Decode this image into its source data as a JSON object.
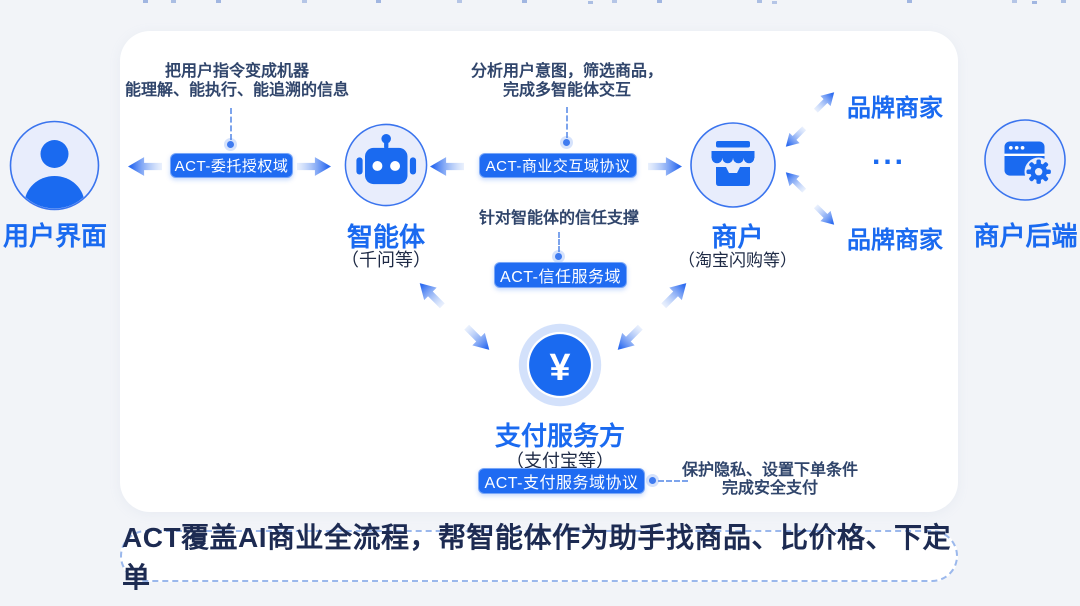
{
  "diagram": {
    "banner": "ACT覆盖AI商业全流程，帮智能体作为助手找商品、比价格、下定单",
    "nodes": {
      "user": {
        "label": "用户界面"
      },
      "agent": {
        "label": "智能体",
        "sub": "（千问等）"
      },
      "merchant": {
        "label": "商户",
        "sub": "（淘宝闪购等）"
      },
      "backend": {
        "label": "商户后端"
      },
      "payment": {
        "label": "支付服务方",
        "sub": "（支付宝等）",
        "icon_glyph": "¥"
      },
      "brand_top": {
        "label": "品牌商家"
      },
      "brand_bottom": {
        "label": "品牌商家"
      },
      "more": {
        "label": "..."
      }
    },
    "protocols": {
      "delegation": {
        "label": "ACT-委托授权域",
        "note1": "把用户指令变成机器",
        "note2": "能理解、能执行、能追溯的信息"
      },
      "commerce": {
        "label": "ACT-商业交互域协议",
        "note1": "分析用户意图，筛选商品，",
        "note2": "完成多智能体交互"
      },
      "trust": {
        "label": "ACT-信任服务域",
        "note1": "针对智能体的信任支撑"
      },
      "payment": {
        "label": "ACT-支付服务域协议",
        "note1": "保护隐私、设置下单条件",
        "note2": "完成安全支付"
      }
    },
    "colors": {
      "primary": "#1a6af0",
      "panel": "#ffffff",
      "background": "#f2f4f8",
      "navy_text": "#1d2b52",
      "note_text": "#30456b",
      "dash": "#7da4ec"
    }
  }
}
